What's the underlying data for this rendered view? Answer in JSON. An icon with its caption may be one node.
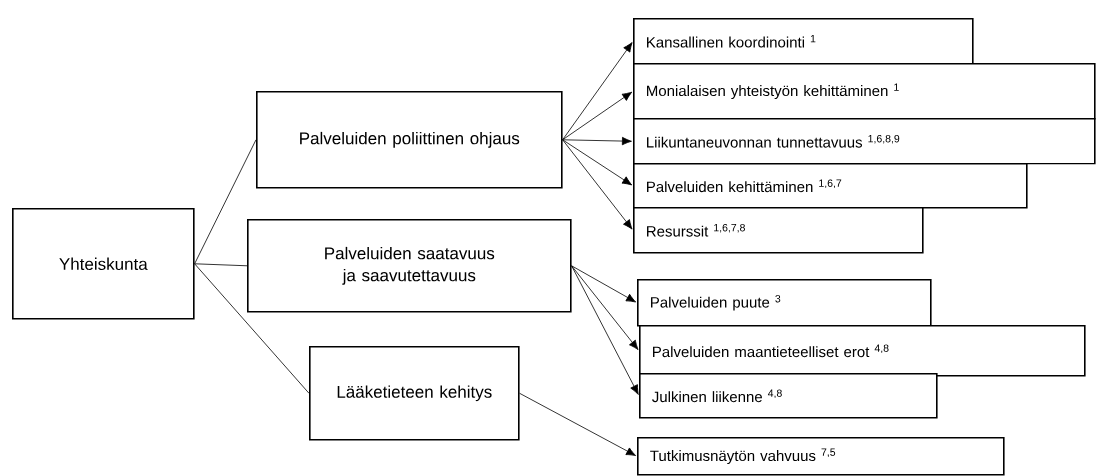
{
  "diagram": {
    "nodes": [
      {
        "text": [
          "Yhteiskunta"
        ]
      },
      {
        "text": [
          "Palveluiden poliittinen ohjaus"
        ]
      },
      {
        "text": [
          "Palveluiden saatavuus ja saavutettavuus"
        ]
      },
      {
        "text": [
          "Lääketieteen kehitys"
        ]
      },
      {
        "text": [
          "Kansallinen koordinointi $^{1}$"
        ]
      },
      {
        "text": [
          "Monialaisen yhteistyön kehittäminen $^{1}$"
        ]
      },
      {
        "text": [
          "Liikuntaneuvonnan tunnettavuus $^{1,6,8,9}$"
        ]
      },
      {
        "text": [
          "Palveluiden kehittäminen $^{1,6,7}$"
        ]
      },
      {
        "text": [
          "Resurssit $^{1,6,7,8}$"
        ]
      },
      {
        "text": [
          "Palveluiden puute $^{3}$"
        ]
      },
      {
        "text": [
          "Palveluiden maantieteelliset erot $^{4,8}$"
        ]
      },
      {
        "text": [
          "Julkinen liikenne $^{4,8}$"
        ]
      },
      {
        "text": [
          "Tutkimusnäytön vahvuus $^{7,5}$"
        ]
      }
    ],
    "edges": [
      {
        "from": 0,
        "to": 1,
        "arrow": "none"
      },
      {
        "from": 0,
        "to": 2,
        "arrow": "none"
      },
      {
        "from": 0,
        "to": 3,
        "arrow": "none"
      },
      {
        "from": 1,
        "to": 4,
        "arrow": "to"
      },
      {
        "from": 1,
        "to": 5,
        "arrow": "to"
      },
      {
        "from": 1,
        "to": 6,
        "arrow": "to"
      },
      {
        "from": 1,
        "to": 7,
        "arrow": "to"
      },
      {
        "from": 1,
        "to": 8,
        "arrow": "to"
      },
      {
        "from": 2,
        "to": 9,
        "arrow": "to"
      },
      {
        "from": 2,
        "to": 10,
        "arrow": "to"
      },
      {
        "from": 2,
        "to": 11,
        "arrow": "to"
      },
      {
        "from": 3,
        "to": 12,
        "arrow": "to"
      }
    ]
  }
}
